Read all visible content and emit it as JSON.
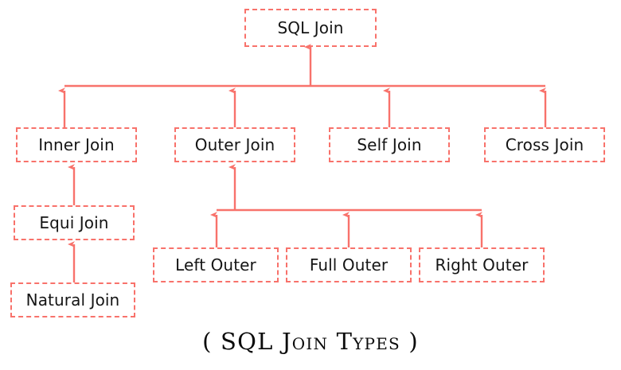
{
  "diagram": {
    "title": "SQL Join",
    "caption": "( SQL Join Types )",
    "accent_color": "#f8726b",
    "text_color": "#151515",
    "background_color": "#ffffff",
    "nodes": {
      "root": "SQL Join",
      "level2": [
        "Inner Join",
        "Outer Join",
        "Self Join",
        "Cross Join"
      ],
      "inner_children": [
        "Equi Join"
      ],
      "equi_children": [
        "Natural Join"
      ],
      "outer_children": [
        "Left Outer",
        "Full Outer",
        "Right Outer"
      ]
    }
  }
}
